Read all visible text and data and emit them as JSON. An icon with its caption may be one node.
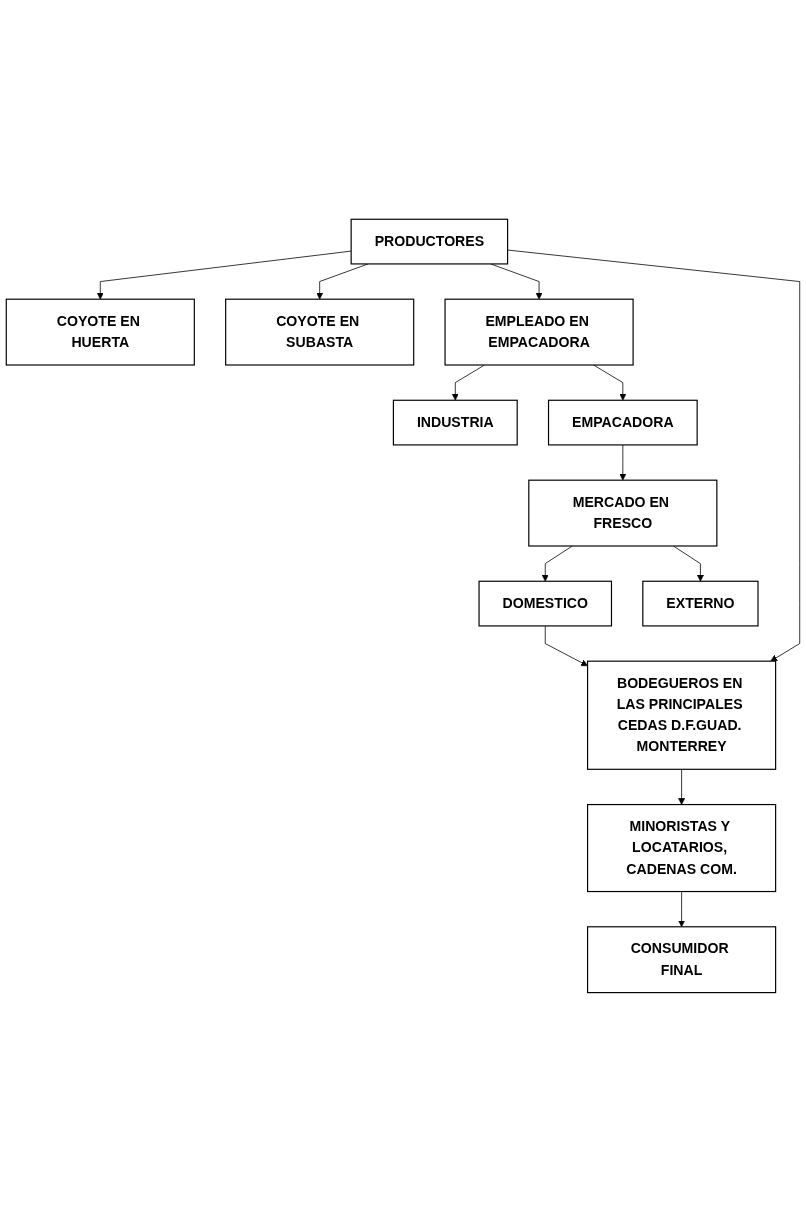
{
  "diagram": {
    "nodes": [
      {
        "text": [
          "PRODUCTORES"
        ]
      },
      {
        "text": [
          "COYOTE EN HUERTA"
        ]
      },
      {
        "text": [
          "COYOTE EN SUBASTA"
        ]
      },
      {
        "text": [
          "EMPLEADO EN EMPACADORA"
        ]
      },
      {
        "text": [
          "INDUSTRIA"
        ]
      },
      {
        "text": [
          "EMPACADORA"
        ]
      },
      {
        "text": [
          "MERCADO EN FRESCO"
        ]
      },
      {
        "text": [
          "DOMESTICO"
        ]
      },
      {
        "text": [
          "EXTERNO"
        ]
      },
      {
        "text": [
          "BODEGUEROS EN LAS PRINCIPALES CEDAS D.F.GUAD. MONTERREY"
        ]
      },
      {
        "text": [
          "MINORISTAS Y LOCATARIOS, CADENAS COM."
        ]
      },
      {
        "text": [
          "CONSUMIDOR FINAL"
        ]
      }
    ],
    "edges": [
      {
        "from": 0,
        "to": 1,
        "arrow": "to"
      },
      {
        "from": 0,
        "to": 2,
        "arrow": "to"
      },
      {
        "from": 0,
        "to": 3,
        "arrow": "to"
      },
      {
        "from": 3,
        "to": 4,
        "arrow": "to"
      },
      {
        "from": 3,
        "to": 5,
        "arrow": "to"
      },
      {
        "from": 5,
        "to": 6,
        "arrow": "to"
      },
      {
        "from": 6,
        "to": 7,
        "arrow": "to"
      },
      {
        "from": 6,
        "to": 8,
        "arrow": "to"
      },
      {
        "from": 7,
        "to": 9,
        "arrow": "to"
      },
      {
        "from": 0,
        "to": 9,
        "arrow": "to"
      },
      {
        "from": 9,
        "to": 10,
        "arrow": "to"
      },
      {
        "from": 10,
        "to": 11,
        "arrow": "to"
      }
    ]
  }
}
